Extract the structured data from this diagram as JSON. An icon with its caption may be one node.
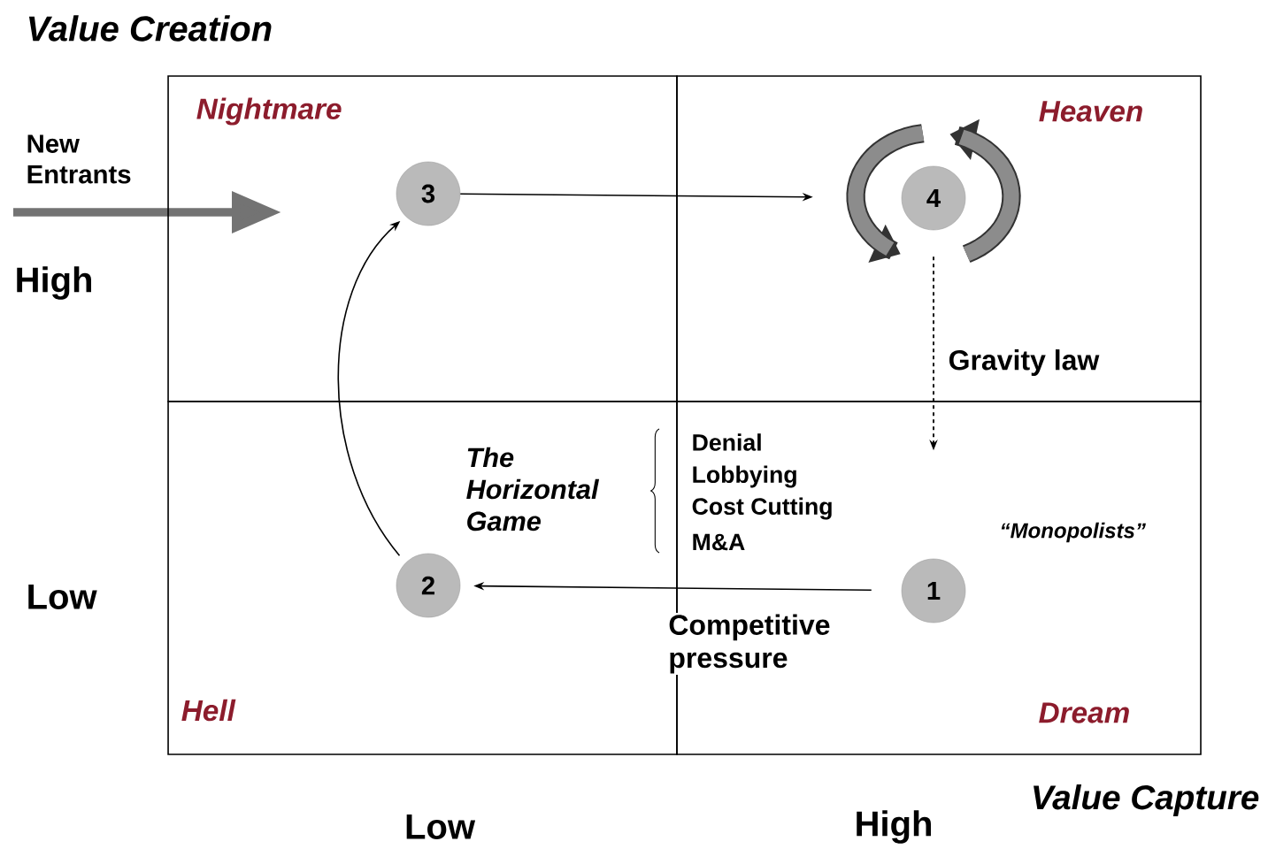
{
  "diagram": {
    "nodes": [
      {
        "text": [
          "Nightmare"
        ]
      },
      {
        "text": [
          "Heaven"
        ]
      },
      {
        "text": [
          "Hell"
        ]
      },
      {
        "text": [
          "Dream"
        ]
      },
      {
        "text": [
          "3"
        ],
        "in": 0
      },
      {
        "text": [
          "4"
        ],
        "in": 1
      },
      {
        "text": [
          "2"
        ],
        "in": 2
      },
      {
        "text": [
          "1"
        ],
        "in": 3
      }
    ],
    "edges": [
      {
        "from": 4,
        "to": 5,
        "arrow": "to"
      },
      {
        "from": 5,
        "to": 3,
        "arrow": "to",
        "style": "dashed",
        "label": "Gravity law"
      },
      {
        "from": 7,
        "to": 6,
        "arrow": "to",
        "label": "Competitive pressure"
      },
      {
        "from": 6,
        "to": 4,
        "arrow": "to"
      }
    ],
    "labels": [
      "Value Creation",
      "New Entrants",
      "High",
      "Low",
      "The Horizontal Game",
      "Denial",
      "Lobbying",
      "Cost Cutting",
      "M&A",
      "“Monopolists”",
      "Low",
      "High",
      "Value Capture"
    ]
  }
}
